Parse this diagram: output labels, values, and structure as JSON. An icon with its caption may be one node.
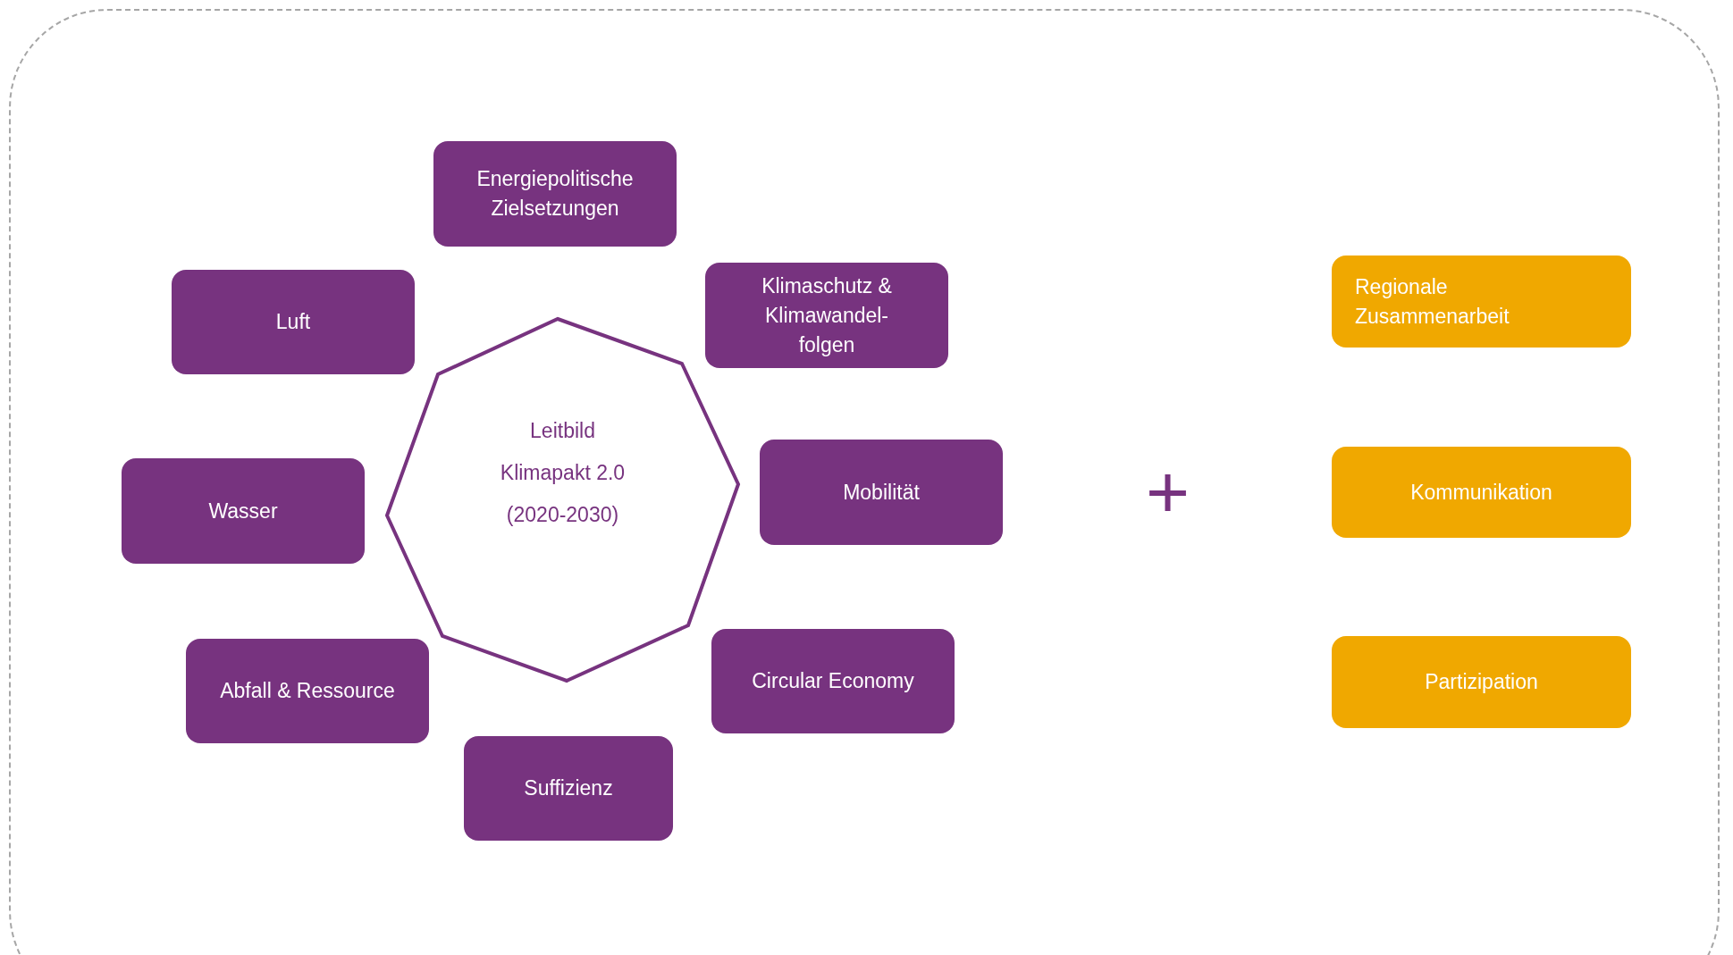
{
  "diagram": {
    "nodes": [
      {
        "text": [
          "Leitbild Klimapakt 2.0 (2020-2030)"
        ]
      },
      {
        "text": [
          "Energiepolitische Zielsetzungen"
        ]
      },
      {
        "text": [
          "Luft"
        ]
      },
      {
        "text": [
          "Klimaschutz & Klimawandel-folgen"
        ]
      },
      {
        "text": [
          "Regionale Zusammenarbeit"
        ]
      },
      {
        "text": [
          "Wasser"
        ]
      },
      {
        "text": [
          "Mobilität"
        ]
      },
      {
        "text": [
          "Kommunikation"
        ]
      },
      {
        "text": [
          "Abfall & Ressource"
        ]
      },
      {
        "text": [
          "Circular Economy"
        ]
      },
      {
        "text": [
          "Partizipation"
        ]
      },
      {
        "text": [
          "Suffizienz"
        ]
      }
    ],
    "labels": [
      "+"
    ]
  }
}
